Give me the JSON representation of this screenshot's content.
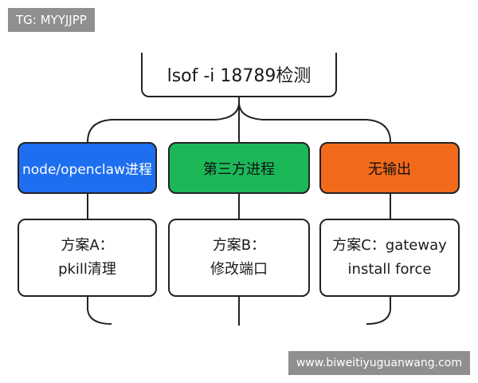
{
  "tag": {
    "text": "TG: MYYJJPP"
  },
  "watermark": {
    "text": "www.biweitiyuguanwang.com"
  },
  "diagram": {
    "root": {
      "label": "lsof -i 18789检测"
    },
    "categories": [
      {
        "label": "node/openclaw进程",
        "color": "#1e6ff0"
      },
      {
        "label": "第三方进程",
        "color": "#1cb858"
      },
      {
        "label": "无输出",
        "color": "#f26a1b"
      }
    ],
    "plans": [
      {
        "line1": "方案A：",
        "line2": "pkill清理"
      },
      {
        "line1": "方案B：",
        "line2": "修改端口"
      },
      {
        "line1": "方案C：gateway",
        "line2": "install force"
      }
    ]
  }
}
